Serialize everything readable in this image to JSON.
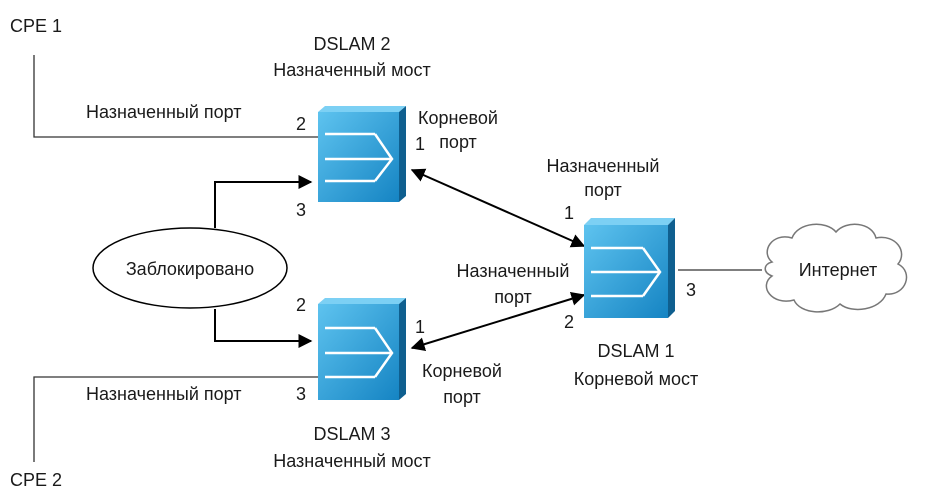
{
  "cpe1": "CPE 1",
  "cpe2": "CPE 2",
  "dslam2": {
    "name": "DSLAM 2",
    "role": "Назначенный мост"
  },
  "dslam3": {
    "name": "DSLAM 3",
    "role": "Назначенный мост"
  },
  "dslam1": {
    "name": "DSLAM 1",
    "role": "Корневой мост"
  },
  "labels": {
    "desig_port_d2": "Назначенный порт",
    "desig_port_d3": "Назначенный порт",
    "root_port_d2_line1": "Корневой",
    "root_port_d2_line2": "порт",
    "root_port_d3_line1": "Корневой",
    "root_port_d3_line2": "порт",
    "desig_d1_top_line1": "Назначенный",
    "desig_d1_top_line2": "порт",
    "desig_d1_mid_line1": "Назначенный",
    "desig_d1_mid_line2": "порт",
    "blocked": "Заблокировано",
    "internet": "Интернет"
  },
  "ports": {
    "d2_p2": "2",
    "d2_p1": "1",
    "d2_p3": "3",
    "d3_p2": "2",
    "d3_p1": "1",
    "d3_p3": "3",
    "d1_p1": "1",
    "d1_p2": "2",
    "d1_p3": "3"
  },
  "colors": {
    "switch_face": "#1f9ad6",
    "switch_side": "#0f5f8f",
    "line": "#000000"
  }
}
